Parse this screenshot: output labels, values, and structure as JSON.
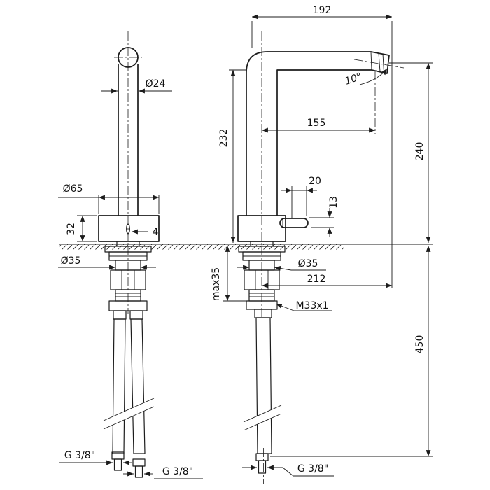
{
  "colors": {
    "background": "#ffffff",
    "line": "#1c1c1c"
  },
  "front_view": {
    "spout_diameter": "Ø24",
    "base_diameter": "Ø65",
    "base_height": "32",
    "slot_width": "4",
    "shank_diameter": "Ø35",
    "hose_thread_a": "G 3/8\"",
    "hose_thread_b": "G 3/8\""
  },
  "side_view": {
    "spout_width": "192",
    "spout_angle": "10°",
    "outlet_reach": "155",
    "underspout_height": "232",
    "outlet_height": "240",
    "handle_reach": "20",
    "handle_height": "13",
    "total_reach": "212",
    "shank_diameter": "Ø35",
    "max_deck_thickness": "max35",
    "shank_thread": "M33x1",
    "hose_length": "450",
    "hose_thread": "G 3/8\""
  }
}
